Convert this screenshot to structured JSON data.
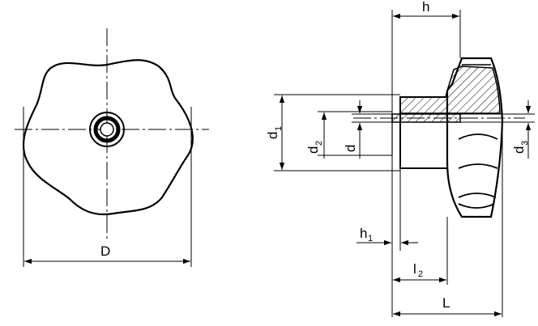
{
  "drawing": {
    "front_view": {
      "dim_D": "D"
    },
    "side_view": {
      "dim_h": "h",
      "dim_h1": {
        "main": "h",
        "sub": "1"
      },
      "dim_l2": {
        "main": "l",
        "sub": "2"
      },
      "dim_L": "L",
      "dim_d1": {
        "main": "d",
        "sub": "1"
      },
      "dim_d2": {
        "main": "d",
        "sub": "2"
      },
      "dim_d": "d",
      "dim_d3": {
        "main": "d",
        "sub": "3"
      }
    }
  },
  "colors": {
    "line": "#000000",
    "background": "#ffffff"
  }
}
